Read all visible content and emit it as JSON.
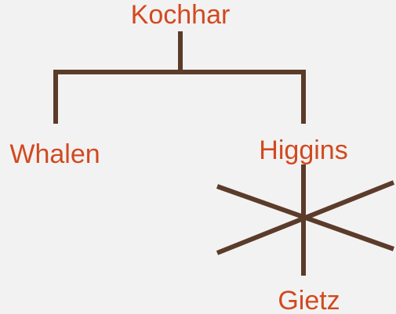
{
  "colors": {
    "label": "#d2491f",
    "line": "#5b3b2a",
    "background": "#f3f2f2"
  },
  "nodes": {
    "root": {
      "label": "Kochhar"
    },
    "left": {
      "label": "Whalen"
    },
    "right": {
      "label": "Higgins"
    },
    "child": {
      "label": "Gietz"
    }
  },
  "edges": [
    {
      "from": "root",
      "to": "left"
    },
    {
      "from": "root",
      "to": "right"
    },
    {
      "from": "right",
      "to": "child",
      "pruned": true
    }
  ]
}
